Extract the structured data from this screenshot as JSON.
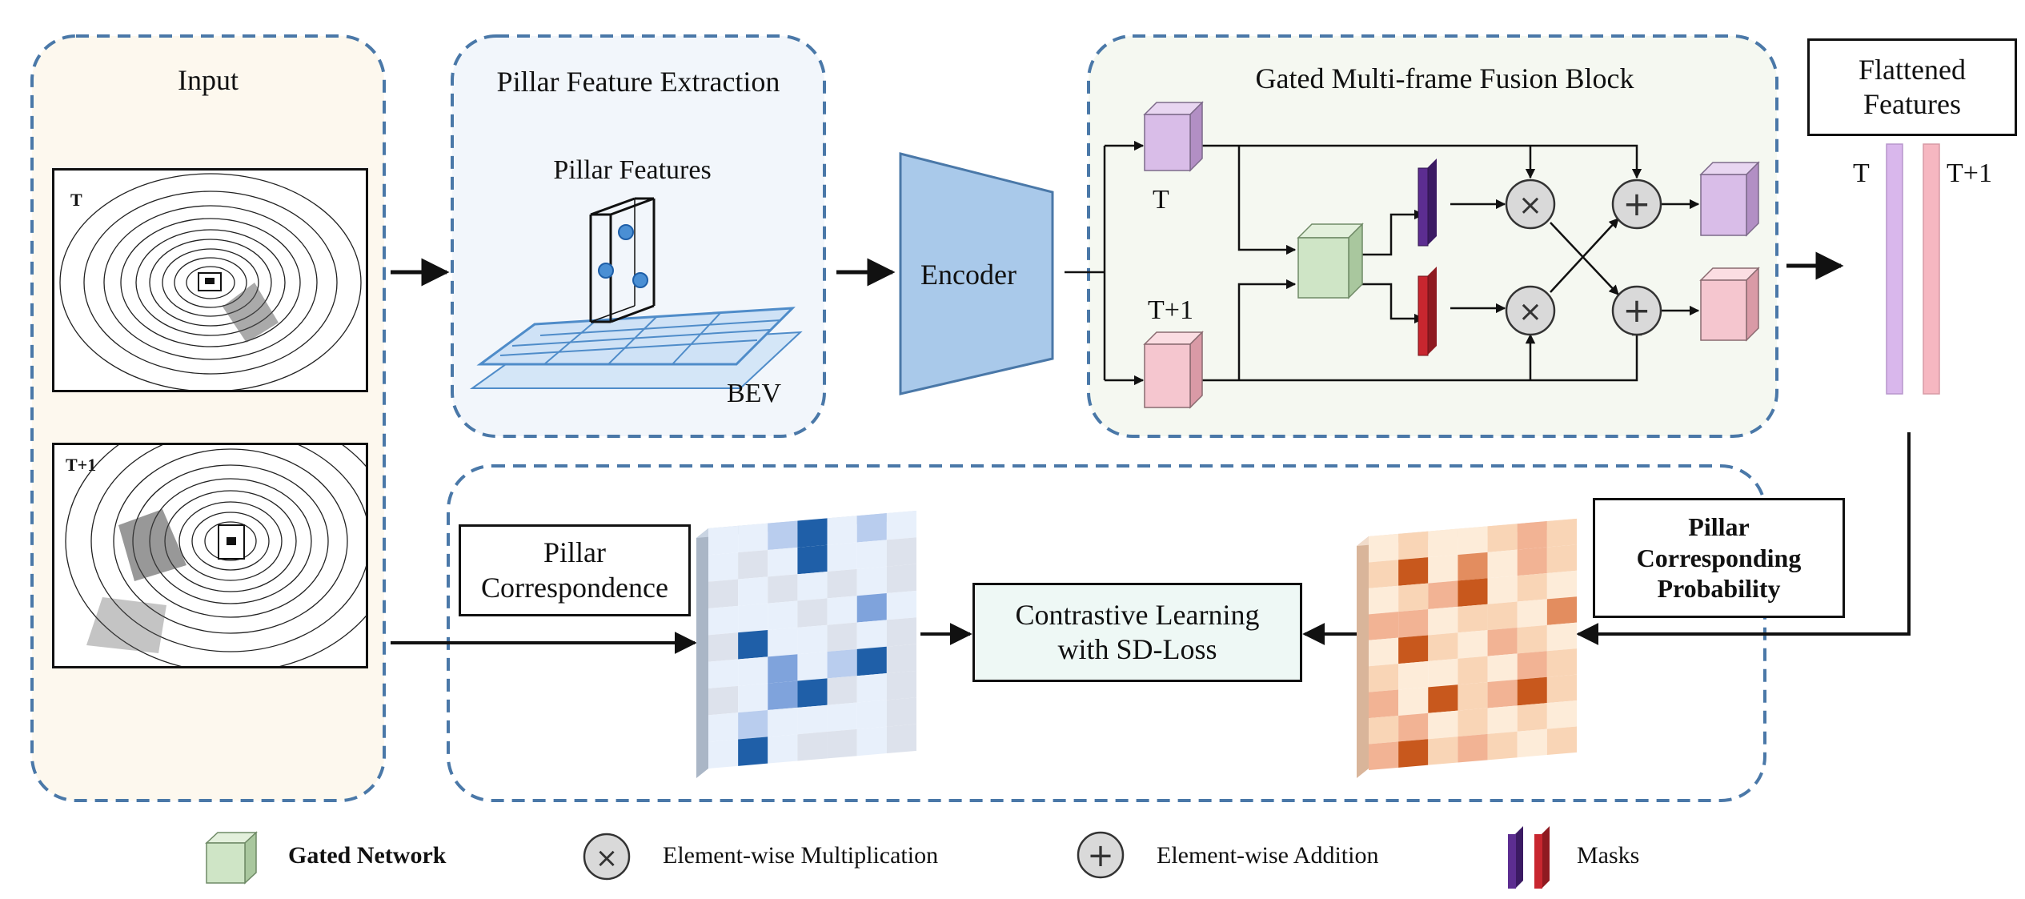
{
  "input": {
    "title": "Input",
    "frame_t": "T",
    "frame_t1": "T+1"
  },
  "pillar": {
    "title": "Pillar Feature Extraction",
    "features_label": "Pillar Features",
    "bev_label": "BEV"
  },
  "encoder": {
    "label": "Encoder"
  },
  "fusion": {
    "title": "Gated Multi-frame Fusion Block",
    "t_label": "T",
    "t1_label": "T+1",
    "mult_symbol": "×",
    "add_symbol": "+"
  },
  "flattened": {
    "title_line1": "Flattened",
    "title_line2": "Features",
    "t_label": "T",
    "t1_label": "T+1"
  },
  "bottom": {
    "correspondence_line1": "Pillar",
    "correspondence_line2": "Correspondence",
    "contrastive_line1": "Contrastive Learning",
    "contrastive_line2": "with SD-Loss",
    "probability_line1": "Pillar",
    "probability_line2": "Corresponding",
    "probability_line3": "Probability"
  },
  "legend": {
    "gated": "Gated Network",
    "mult": "Element-wise Multiplication",
    "add": "Element-wise Addition",
    "masks": "Masks"
  },
  "colors": {
    "dash_border": "#4a78a8",
    "input_bg": "#fdf8ee",
    "pillar_bg": "#f2f6fb",
    "fusion_bg": "#f5f8f1",
    "encoder": "#a9c9ea",
    "purple_cube": "#d9bde8",
    "pink_cube": "#f5c6cf",
    "green_cube": "#cfe5c6",
    "purple_mask": "#5c2d91",
    "red_mask": "#c8262f",
    "contrastive_bg": "#eef8f5",
    "blue_matrix": "#1f5fa8",
    "orange_matrix": "#d2691e"
  }
}
